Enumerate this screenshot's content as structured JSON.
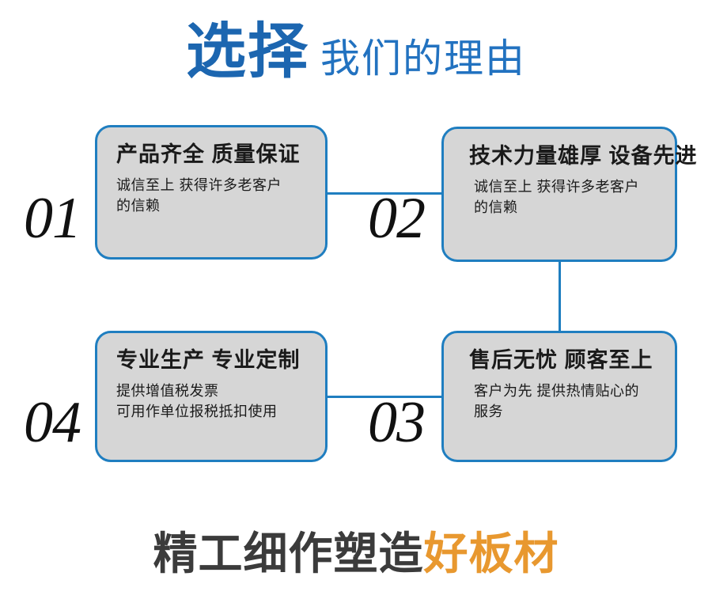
{
  "header": {
    "main": "选择",
    "sub": "我们的理由",
    "main_color": "#1c66b0",
    "sub_color": "#2272c0"
  },
  "cards": [
    {
      "number": "01",
      "title": "产品齐全 质量保证",
      "body_lines": [
        "诚信至上 获得许多老客户",
        "的信赖"
      ]
    },
    {
      "number": "02",
      "title": "技术力量雄厚 设备先进",
      "body_lines": [
        "诚信至上 获得许多老客户",
        "的信赖"
      ]
    },
    {
      "number": "03",
      "title": "售后无忧 顾客至上",
      "body_lines": [
        "客户为先 提供热情贴心的",
        "服务"
      ]
    },
    {
      "number": "04",
      "title": "专业生产 专业定制",
      "body_lines": [
        "提供增值税发票",
        "可用作单位报税抵扣使用"
      ]
    }
  ],
  "theme": {
    "card_fill": "#d6d6d6",
    "card_border": "#1f7ec0",
    "connector_color": "#1f7ec0",
    "text_color": "#1a1a1a"
  },
  "tagline": {
    "dark": "精工细作塑造",
    "accent": "好板材",
    "dark_color": "#3b3b3b",
    "accent_color": "#e8982f"
  }
}
